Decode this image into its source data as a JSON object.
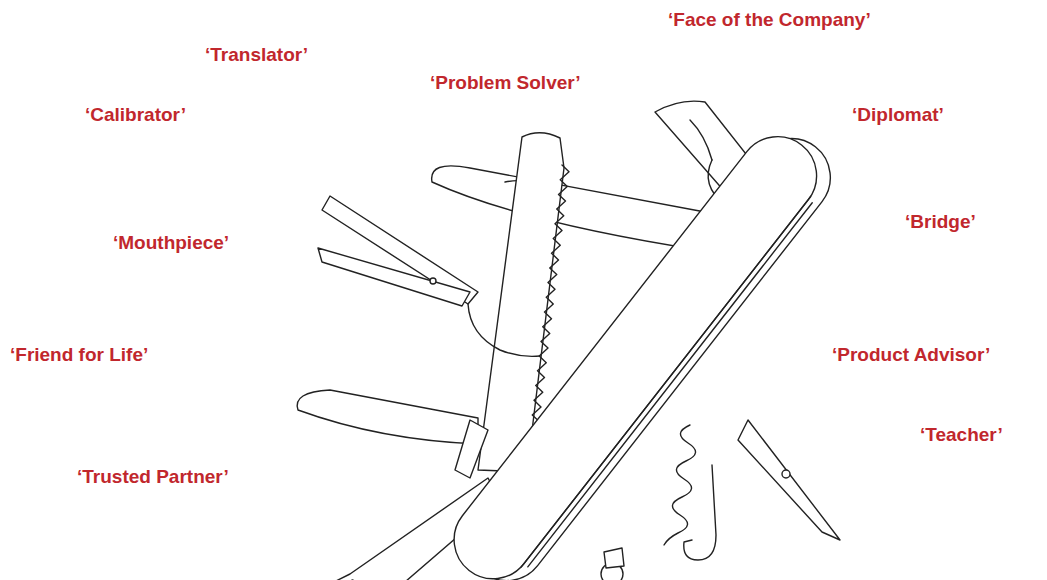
{
  "diagram": {
    "labels": [
      "‘Face of the Company’",
      "‘Translator’",
      "‘Problem Solver’",
      "‘Calibrator’",
      "‘Diplomat’",
      "‘Bridge’",
      "‘Mouthpiece’",
      "‘Friend for Life’",
      "‘Product Advisor’",
      "‘Teacher’",
      "‘Trusted Partner’"
    ]
  }
}
